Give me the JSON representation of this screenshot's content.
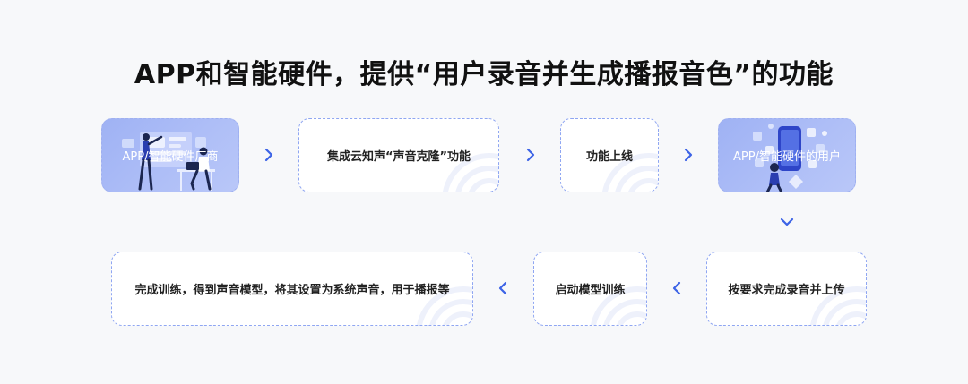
{
  "title": "APP和智能硬件，提供“用户录音并生成播报音色”的功能",
  "flow": {
    "step1": "APP/智能硬件厂商",
    "step2": "集成云知声“声音克隆”功能",
    "step3": "功能上线",
    "step4": "APP/智能硬件的用户",
    "step5": "按要求完成录音并上传",
    "step6": "启动模型训练",
    "step7": "完成训练，得到声音模型，将其设置为系统声音，用于播报等"
  },
  "icons": {
    "arrow": "chevron-icon",
    "ripple": "sound-wave-decoration",
    "illustration_left": "person-presenting-dashboard-illustration",
    "illustration_right": "person-with-phone-apps-illustration"
  },
  "colors": {
    "accent": "#3c63e6",
    "border": "#8fa6f2",
    "filled_node": "#9fb2f4",
    "title": "#111111"
  }
}
